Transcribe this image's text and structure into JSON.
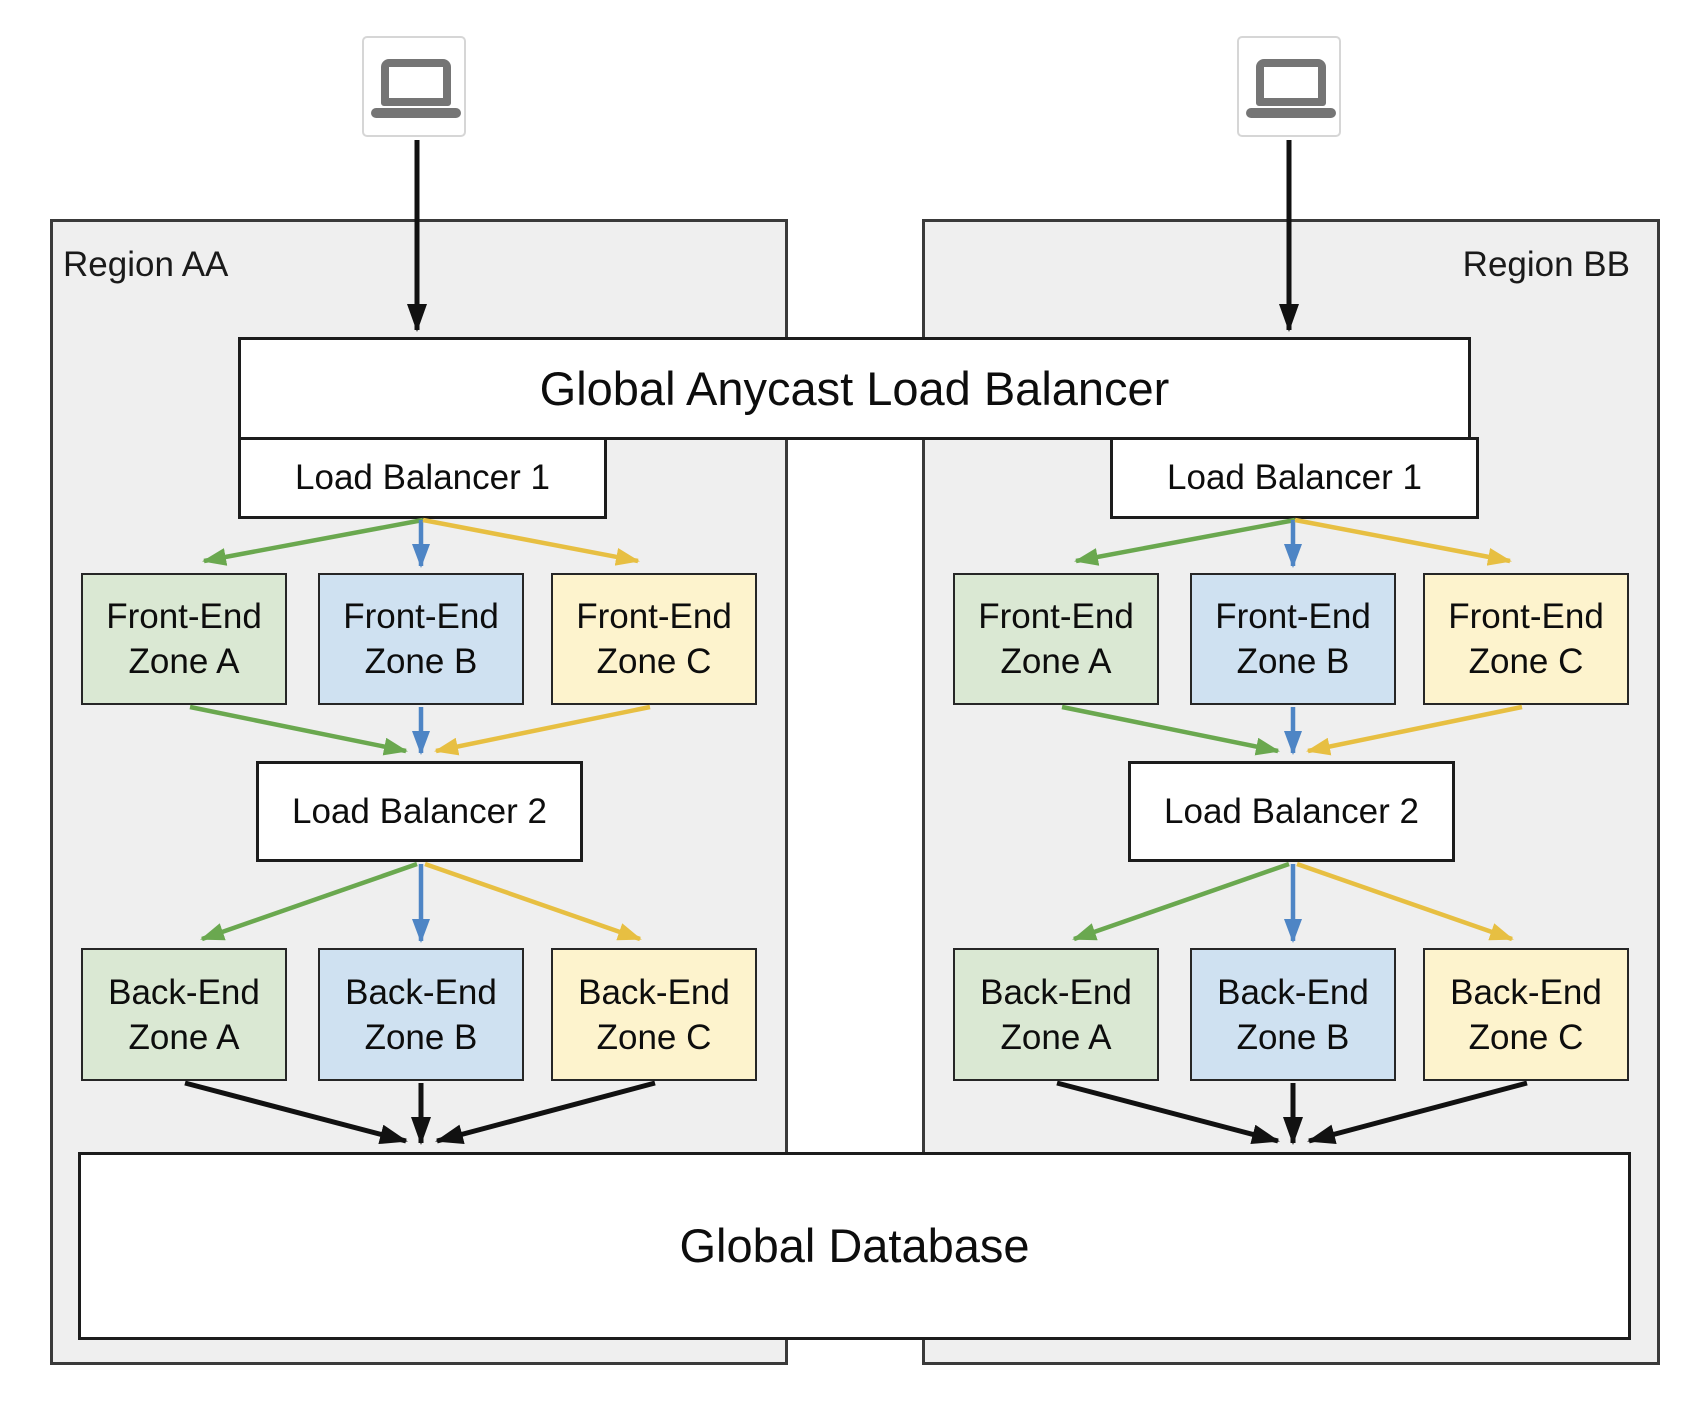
{
  "diagram": {
    "clients": [
      {
        "id": "client-aa",
        "icon": "laptop-icon"
      },
      {
        "id": "client-bb",
        "icon": "laptop-icon"
      }
    ],
    "global_anycast_load_balancer": {
      "label": "Global Anycast Load Balancer"
    },
    "global_database": {
      "label": "Global Database"
    },
    "regions": [
      {
        "name": "Region AA",
        "load_balancer_1_label": "Load Balancer 1",
        "load_balancer_2_label": "Load Balancer 2",
        "front_end_zones": [
          {
            "line1": "Front-End",
            "line2": "Zone A",
            "color_name": "green",
            "fill": "#dae8d3"
          },
          {
            "line1": "Front-End",
            "line2": "Zone B",
            "color_name": "blue",
            "fill": "#cfe1f1"
          },
          {
            "line1": "Front-End",
            "line2": "Zone C",
            "color_name": "yellow",
            "fill": "#fdf3cd"
          }
        ],
        "back_end_zones": [
          {
            "line1": "Back-End",
            "line2": "Zone A",
            "color_name": "green",
            "fill": "#dae8d3"
          },
          {
            "line1": "Back-End",
            "line2": "Zone B",
            "color_name": "blue",
            "fill": "#cfe1f1"
          },
          {
            "line1": "Back-End",
            "line2": "Zone C",
            "color_name": "yellow",
            "fill": "#fdf3cd"
          }
        ]
      },
      {
        "name": "Region BB",
        "load_balancer_1_label": "Load Balancer 1",
        "load_balancer_2_label": "Load Balancer 2",
        "front_end_zones": [
          {
            "line1": "Front-End",
            "line2": "Zone A",
            "color_name": "green",
            "fill": "#dae8d3"
          },
          {
            "line1": "Front-End",
            "line2": "Zone B",
            "color_name": "blue",
            "fill": "#cfe1f1"
          },
          {
            "line1": "Front-End",
            "line2": "Zone C",
            "color_name": "yellow",
            "fill": "#fdf3cd"
          }
        ],
        "back_end_zones": [
          {
            "line1": "Back-End",
            "line2": "Zone A",
            "color_name": "green",
            "fill": "#dae8d3"
          },
          {
            "line1": "Back-End",
            "line2": "Zone B",
            "color_name": "blue",
            "fill": "#cfe1f1"
          },
          {
            "line1": "Back-End",
            "line2": "Zone C",
            "color_name": "yellow",
            "fill": "#fdf3cd"
          }
        ]
      }
    ],
    "colors": {
      "arrow_green": "#6aa84f",
      "arrow_blue": "#4e85c5",
      "arrow_yellow": "#e7bf42",
      "arrow_black": "#111111",
      "zone_green_fill": "#dae8d3",
      "zone_blue_fill": "#cfe1f1",
      "zone_yellow_fill": "#fdf3cd",
      "region_fill": "#efefef",
      "box_fill": "#ffffff",
      "box_border": "#1c1c1c",
      "laptop_gray": "#757575"
    }
  }
}
